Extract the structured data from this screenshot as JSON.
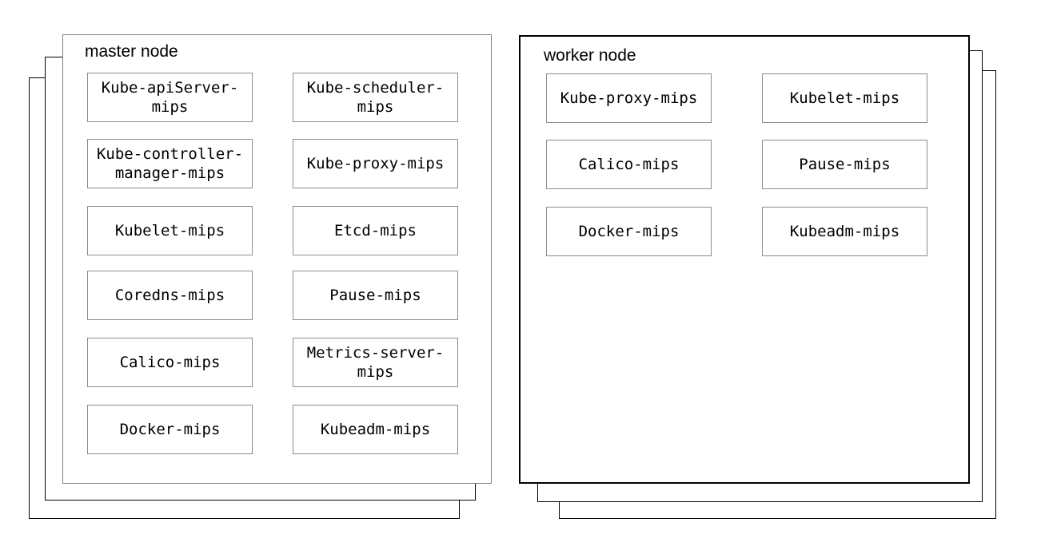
{
  "diagram": {
    "master": {
      "title": "master node",
      "stack_layers": 3,
      "boxes": [
        {
          "label": "Kube-apiServer-\nmips"
        },
        {
          "label": "Kube-scheduler-\nmips"
        },
        {
          "label": "Kube-controller-\nmanager-mips"
        },
        {
          "label": "Kube-proxy-mips"
        },
        {
          "label": "Kubelet-mips"
        },
        {
          "label": "Etcd-mips"
        },
        {
          "label": "Coredns-mips"
        },
        {
          "label": "Pause-mips"
        },
        {
          "label": "Calico-mips"
        },
        {
          "label": "Metrics-server-\nmips"
        },
        {
          "label": "Docker-mips"
        },
        {
          "label": "Kubeadm-mips"
        }
      ]
    },
    "worker": {
      "title": "worker node",
      "stack_layers": 3,
      "boxes": [
        {
          "label": "Kube-proxy-mips"
        },
        {
          "label": "Kubelet-mips"
        },
        {
          "label": "Calico-mips"
        },
        {
          "label": "Pause-mips"
        },
        {
          "label": "Docker-mips"
        },
        {
          "label": "Kubeadm-mips"
        }
      ]
    },
    "colors": {
      "master_panel_border": "#7f7f7f",
      "worker_panel_border": "#000000",
      "stack_layer_border": "#000000",
      "box_border": "#8c8c8c",
      "text": "#000000",
      "background": "#ffffff"
    }
  }
}
